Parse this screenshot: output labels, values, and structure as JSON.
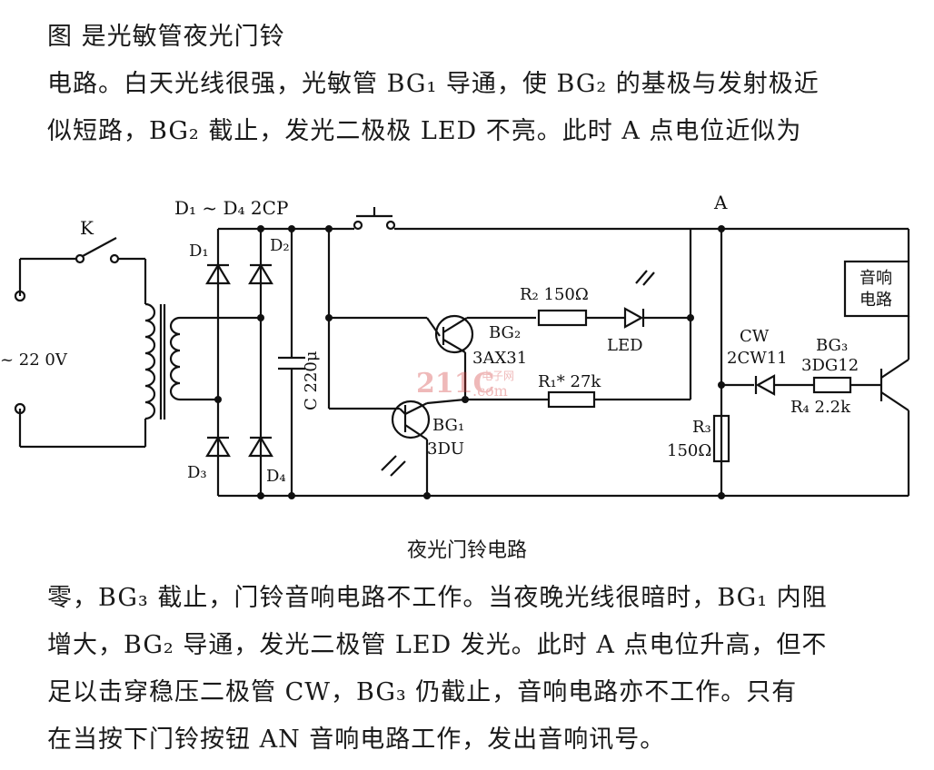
{
  "top_text": {
    "line1": "图          是光敏管夜光门铃",
    "line2": "电路。白天光线很强，光敏管 BG₁ 导通，使 BG₂ 的基极与发射极近",
    "line3": "似短路，BG₂ 截止，发光二极极 LED 不亮。此时 A 点电位近似为"
  },
  "caption": "夜光门铃电路",
  "bottom_text": {
    "line1": "零，BG₃ 截止，门铃音响电路不工作。当夜晚光线很暗时，BG₁ 内阻",
    "line2": "增大，BG₂ 导通，发光二极管 LED 发光。此时 A 点电位升高，但不",
    "line3": "足以击穿稳压二极管 CW，BG₃ 仍截止，音响电路亦不工作。只有",
    "line4": "在当按下门铃按钮 AN 音响电路工作，发出音响讯号。"
  },
  "labels": {
    "switch": "K",
    "mains": "~ 22 0V",
    "bridge": "D₁ ~ D₄  2CP",
    "d1": "D₁",
    "d2": "D₂",
    "d3": "D₃",
    "d4": "D₄",
    "cap": "C 220μ",
    "r2": "R₂ 150Ω",
    "led": "LED",
    "bg2_name": "BG₂",
    "bg2_type": "3AX31",
    "r1": "R₁* 27k",
    "bg1_name": "BG₁",
    "bg1_type": "3DU",
    "node_a": "A",
    "sound_line1": "音响",
    "sound_line2": "电路",
    "cw_name": "CW",
    "cw_type": "2CW11",
    "bg3_name": "BG₃",
    "bg3_type": "3DG12",
    "r4": "R₄ 2.2k",
    "r3_name": "R₃",
    "r3_value": "150Ω"
  },
  "watermark": {
    "main": "211C",
    "sub1": "电子网",
    "sub2": ".com"
  }
}
